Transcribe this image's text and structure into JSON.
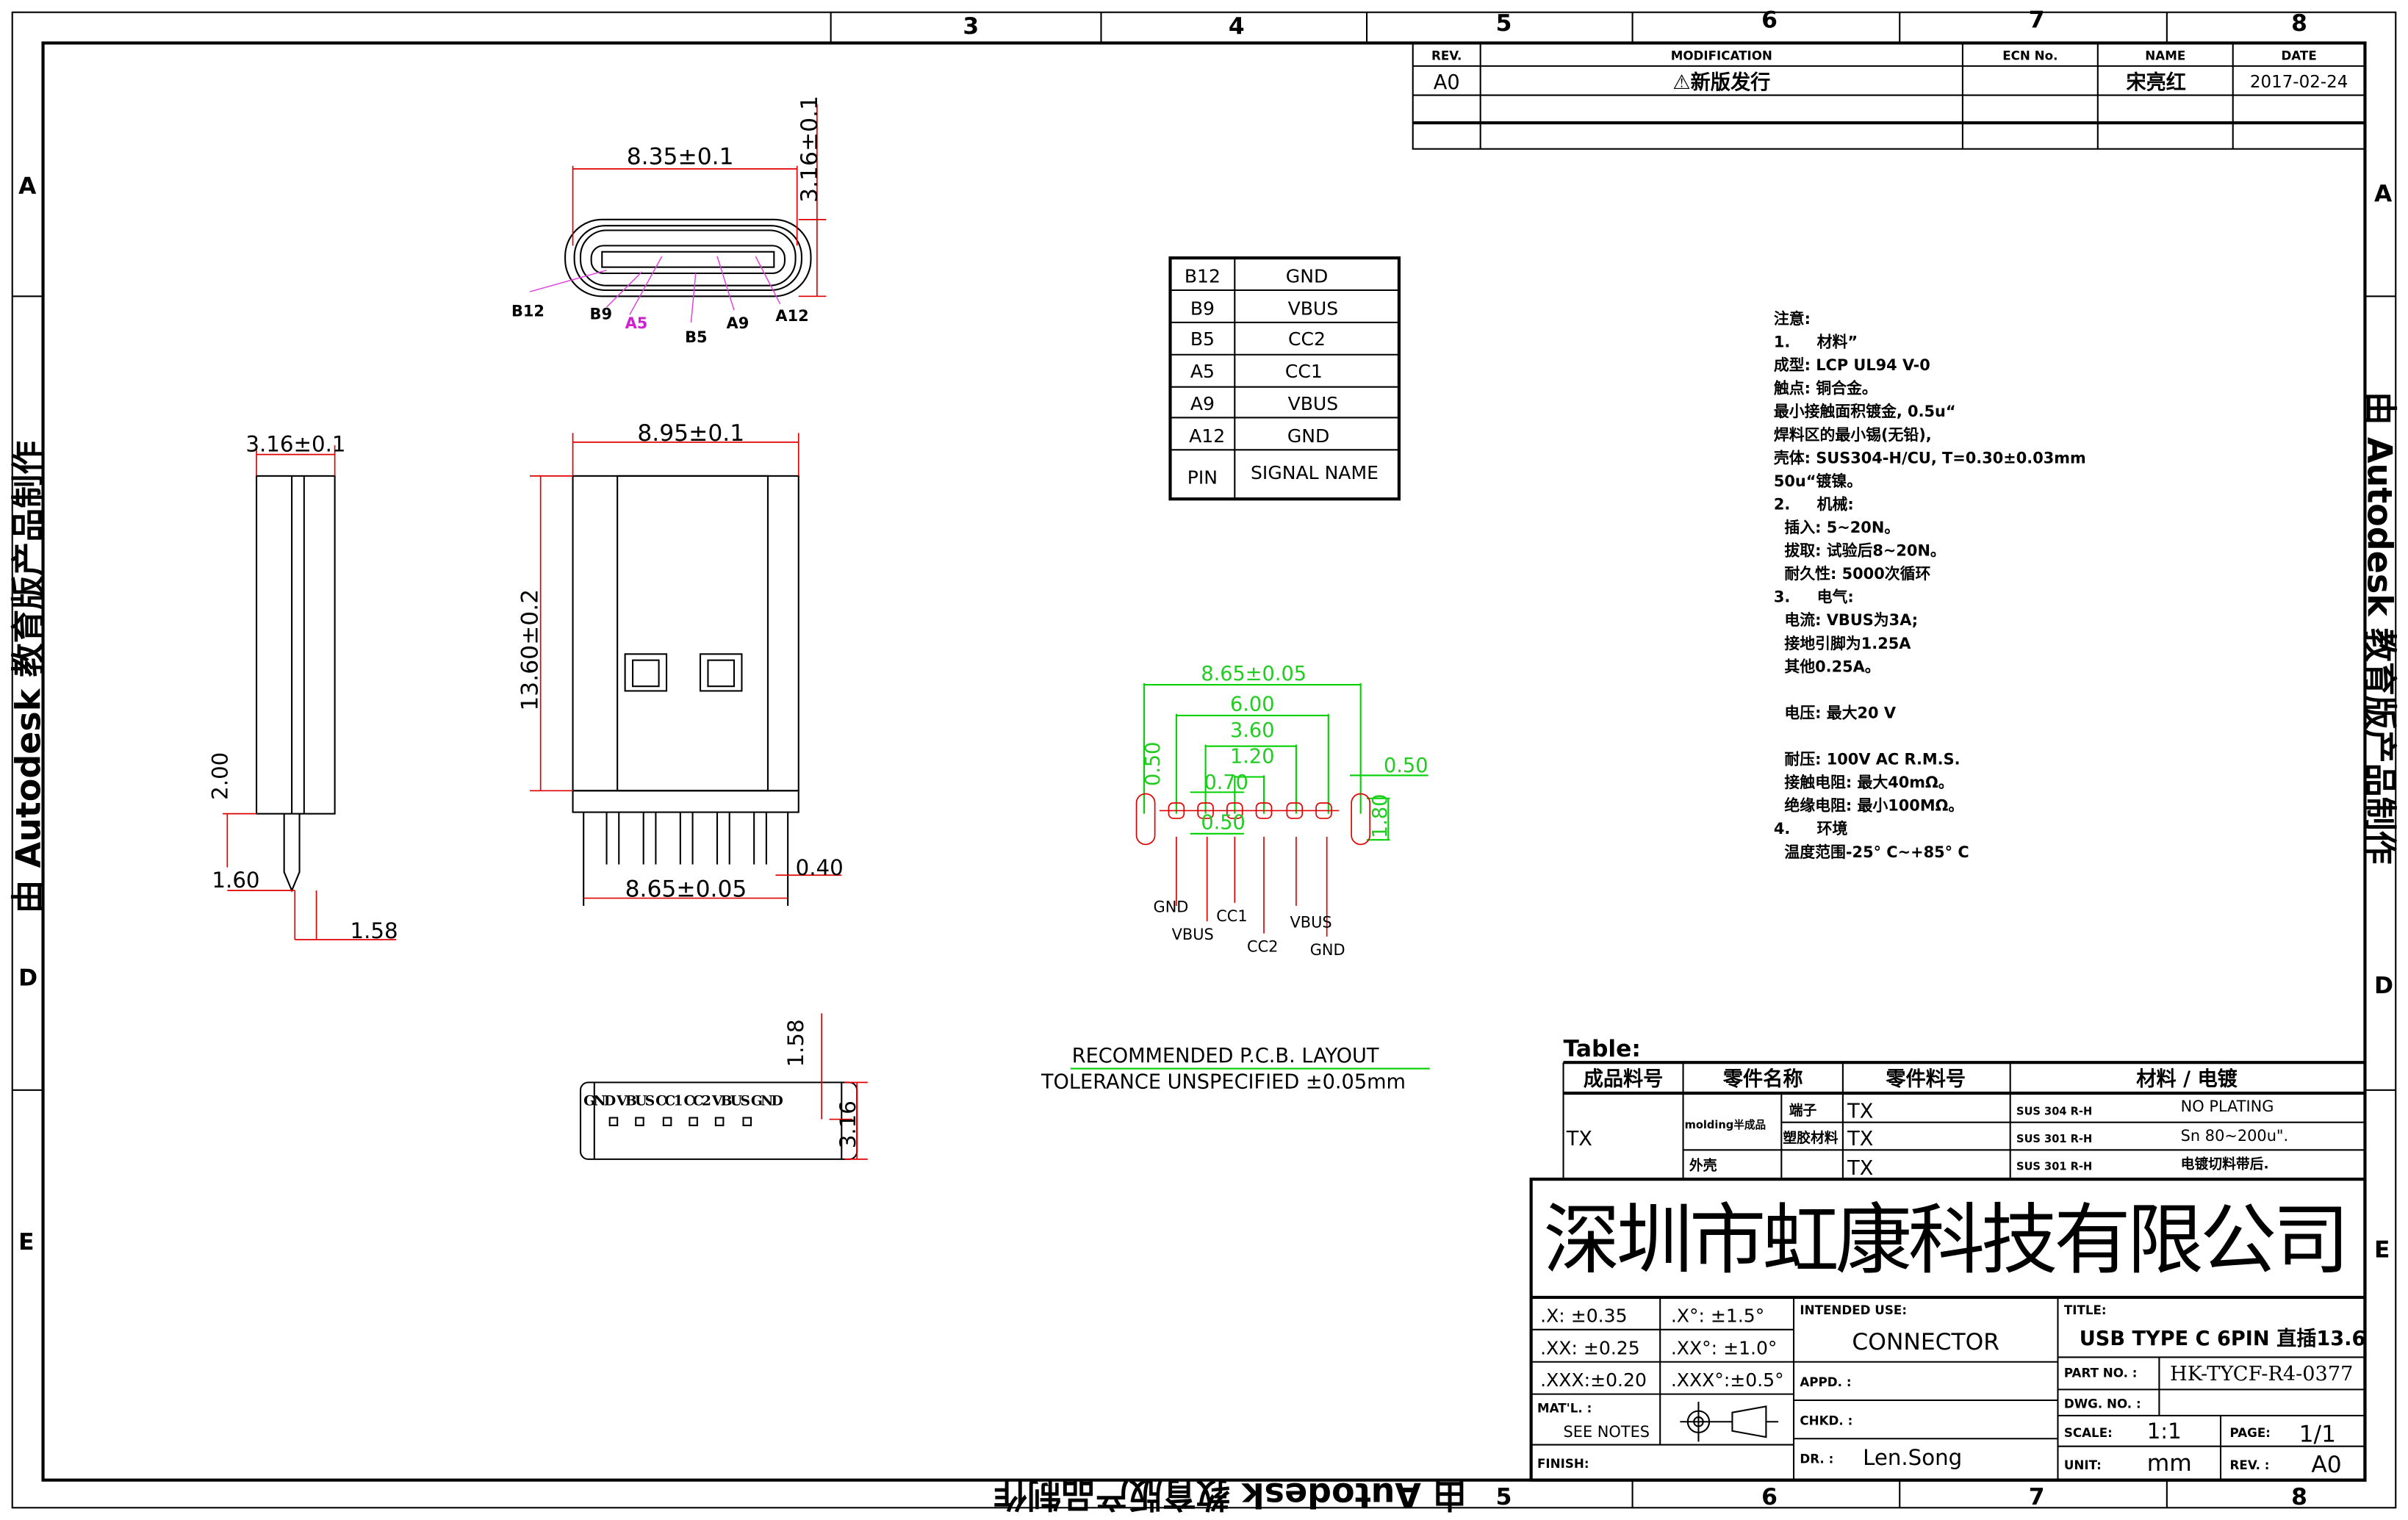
{
  "frame": {
    "zones_top": [
      "3",
      "4",
      "5",
      "6",
      "7",
      "8"
    ],
    "zones_bottom": [
      "5",
      "6",
      "7",
      "8"
    ],
    "rows_left": [
      "A",
      "D",
      "E"
    ],
    "rows_right": [
      "A",
      "D",
      "E"
    ],
    "watermark": "由 Autodesk 教育版产品制作"
  },
  "revision": {
    "headers": [
      "REV.",
      "MODIFICATION",
      "ECN No.",
      "NAME",
      "DATE"
    ],
    "rows": [
      [
        "A0",
        "⚠新版发行",
        "",
        "宋亮红",
        "2017-02-24"
      ]
    ]
  },
  "top_view": {
    "width_dim": "8.35±0.1",
    "height_dim": "3.16±0.1",
    "pins": [
      "B12",
      "B9",
      "A5",
      "B5",
      "A9",
      "A12"
    ]
  },
  "pin_table": {
    "rows": [
      [
        "B12",
        "GND"
      ],
      [
        "B9",
        "VBUS"
      ],
      [
        "B5",
        "CC2"
      ],
      [
        "A5",
        "CC1"
      ],
      [
        "A9",
        "VBUS"
      ],
      [
        "A12",
        "GND"
      ]
    ],
    "header": [
      "PIN",
      "SIGNAL  NAME"
    ]
  },
  "side_view": {
    "width": "3.16±0.1",
    "height": "2.00",
    "foot": "1.60",
    "tail": "1.58"
  },
  "front_view": {
    "width": "8.95±0.1",
    "height": "13.60±0.2",
    "pitch_span": "8.65±0.05",
    "pin_w": "0.40"
  },
  "pcb": {
    "dims": [
      "8.65±0.05",
      "6.00",
      "3.60",
      "1.20",
      "0.70",
      "0.50",
      "0.50",
      "0.50",
      "1.80"
    ],
    "labels": [
      "GND",
      "VBUS",
      "CC1",
      "CC2",
      "VBUS",
      "GND"
    ],
    "caption1": "RECOMMENDED    P.C.B.  LAYOUT",
    "caption2": "TOLERANCE  UNSPECIFIED  ±0.05mm"
  },
  "bottom_view": {
    "labels": "GND VBUS CC1 CC2 VBUS GND",
    "dim1": "1.58",
    "dim2": "3.16"
  },
  "notes": [
    "注意:",
    "1.     材料”",
    "成型: LCP UL94 V-0",
    "触点: 铜合金。",
    "最小接触面积镀金, 0.5u“",
    "焊料区的最小锡(无铅),",
    "壳体: SUS304-H/CU, T=0.30±0.03mm",
    "50u“镀镍。",
    "2.     机械:",
    "  插入: 5~20N。",
    "  拔取: 试验后8~20N。",
    "  耐久性: 5000次循环",
    "3.     电气:",
    "  电流: VBUS为3A;",
    "  接地引脚为1.25A",
    "  其他0.25A。",
    "",
    "  电压: 最大20 V",
    "",
    "  耐压: 100V AC R.M.S.",
    "  接触电阻: 最大40mΩ。",
    "  绝缘电阻: 最小100MΩ。",
    "4.     环境",
    "  温度范围-25° C~+85° C"
  ],
  "bom": {
    "title": "Table:",
    "headers": [
      "成品料号",
      "零件名称",
      "零件料号",
      "材料 / 电镀"
    ],
    "product": "TX",
    "group": "molding半成品",
    "rows": [
      {
        "name": "端子",
        "part": "TX",
        "material": "SUS 304 R-H",
        "plating": "NO  PLATING"
      },
      {
        "name": "塑胶材料",
        "part": "TX",
        "material": "SUS 301 R-H",
        "plating": "Sn  80~200u\"."
      },
      {
        "name": "外壳",
        "part": "TX",
        "material": "SUS 301 R-H",
        "plating": "电镀切料带后."
      }
    ]
  },
  "title_block": {
    "company": "深圳市虹康科技有限公司",
    "tol": [
      [
        ".X:   ±0.35",
        ".X°:    ±1.5°"
      ],
      [
        ".XX:  ±0.25",
        ".XX°:  ±1.0°"
      ],
      [
        ".XXX:±0.20",
        ".XXX°:±0.5°"
      ]
    ],
    "matl_label": "MAT'L. :",
    "matl_value": "SEE NOTES",
    "finish_label": "FINISH:",
    "intended_label": "INTENDED USE:",
    "intended_value": "CONNECTOR",
    "appd_label": "APPD. :",
    "chkd_label": "CHKD. :",
    "dr_label": "DR. :",
    "dr_value": "Len.Song",
    "title_label": "TITLE:",
    "title_value": "USB TYPE C 6PIN 直插13.6",
    "part_label": "PART NO. :",
    "part_value": "HK-TYCF-R4-0377",
    "dwg_label": "DWG. NO. :",
    "scale_label": "SCALE:",
    "scale_value": "1:1",
    "page_label": "PAGE:",
    "page_value": "1/1",
    "unit_label": "UNIT:",
    "unit_value": "mm",
    "rev_label": "REV. :",
    "rev_value": "A0"
  }
}
